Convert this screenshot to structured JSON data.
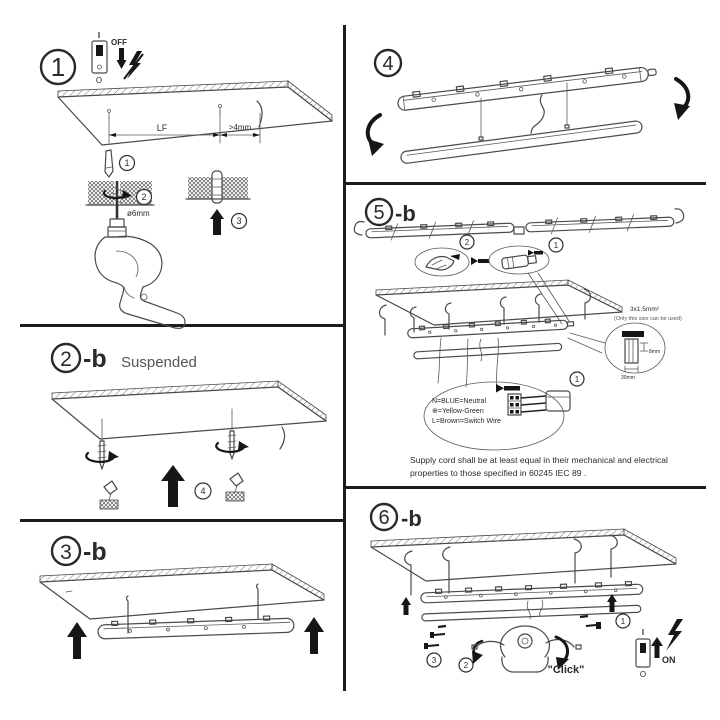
{
  "page": {
    "bg": "#ffffff",
    "line_color": "#1c1c1c"
  },
  "panels": {
    "p1": {
      "num": "1",
      "switch": {
        "top": "I",
        "bottom": "O",
        "state": "OFF"
      },
      "dims": {
        "lf": "LF",
        "edge": ">4mm",
        "hole": "ø6mm"
      },
      "steps": {
        "s1": "1",
        "s2": "2",
        "s3": "3"
      }
    },
    "p2b": {
      "num": "2",
      "suffix": "-b",
      "title": "Suspended",
      "steps": {
        "s4": "4"
      }
    },
    "p3b": {
      "num": "3",
      "suffix": "-b"
    },
    "p4": {
      "num": "4"
    },
    "p5b": {
      "num": "5",
      "suffix": "-b",
      "callouts": {
        "c1": "1",
        "c2": "2",
        "wiring_step": "1"
      },
      "cable": {
        "size": "3x1.5mm²",
        "note": "(Only this size can be used)",
        "strip_a": "8mm",
        "strip_b": "30mm"
      },
      "wiring": {
        "n": "N=BLUE=Neutral",
        "e": "⊕=Yellow-Green",
        "l": "L=Brown=Switch Wire"
      },
      "note_l1": "Supply cord shall be at least equal in their mechanical and electrical",
      "note_l2": "properties to those specified in 60245 IEC  89 ."
    },
    "p6b": {
      "num": "6",
      "suffix": "-b",
      "click": "\"Click\"",
      "switch": {
        "top": "I",
        "bottom": "O",
        "state": "ON"
      },
      "steps": {
        "s1": "1",
        "s2": "2",
        "s3": "3"
      }
    }
  }
}
